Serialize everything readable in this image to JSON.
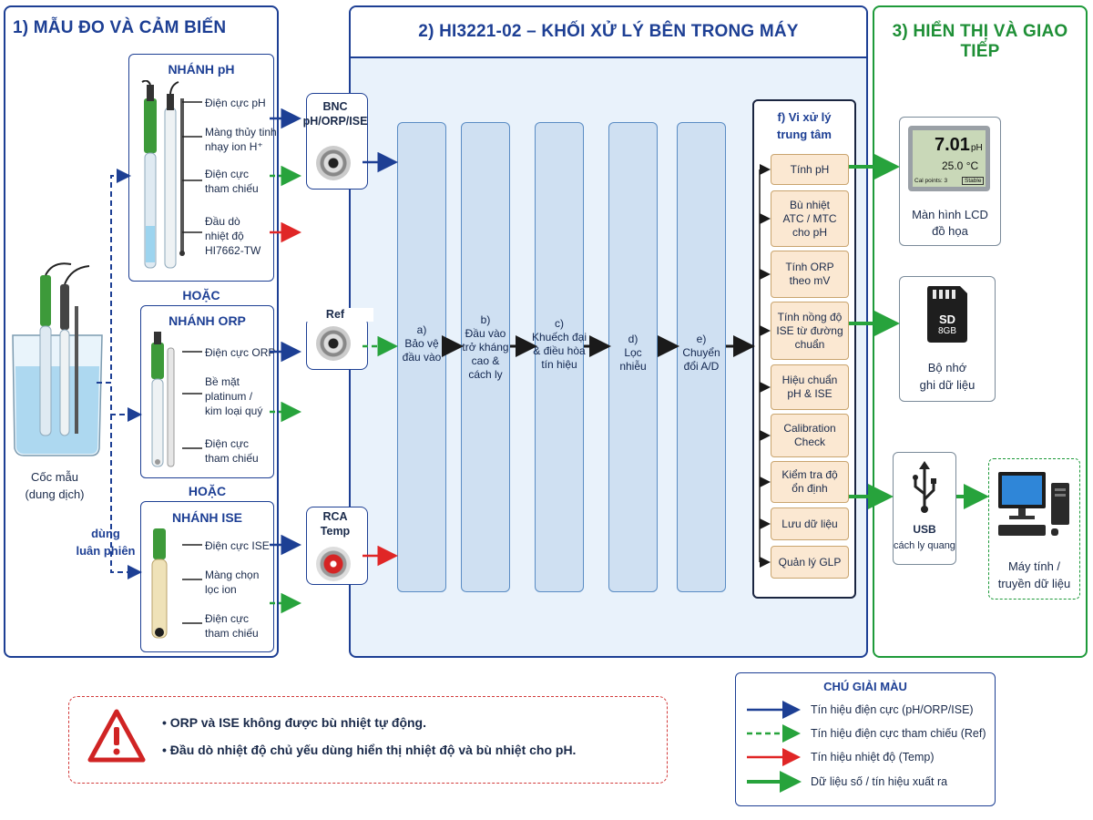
{
  "panel1": {
    "title": "1) MẪU ĐO VÀ CẢM BIẾN",
    "beaker_label_1": "Cốc mẫu",
    "beaker_label_2": "(dung dịch)",
    "alt_label_1": "dùng",
    "alt_label_2": "luân phiên",
    "or_1": "HOẶC",
    "or_2": "HOẶC",
    "ph_branch": {
      "title": "NHÁNH pH",
      "items": [
        "Điện cực pH",
        "Màng thủy tinh",
        "nhạy ion H⁺",
        "Điện cực",
        "tham chiếu",
        "Đầu dò",
        "nhiệt độ",
        "HI7662-TW"
      ]
    },
    "orp_branch": {
      "title": "NHÁNH ORP",
      "items": [
        "Điện cực ORP",
        "Bề mặt",
        "platinum /",
        "kim loại quý",
        "Điện cực",
        "tham chiếu"
      ]
    },
    "ise_branch": {
      "title": "NHÁNH ISE",
      "items": [
        "Điện cực ISE",
        "Màng chọn",
        "lọc ion",
        "Điện cực",
        "tham chiếu"
      ]
    }
  },
  "connectors": {
    "bnc_1": "BNC",
    "bnc_2": "pH/ORP/ISE",
    "ref": "Ref",
    "rca_1": "RCA",
    "rca_2": "Temp"
  },
  "panel2": {
    "title": "2) HI3221-02 – KHỐI XỬ LÝ BÊN TRONG MÁY",
    "blocks": [
      {
        "lines": [
          "a)",
          "Bảo vệ",
          "đầu vào"
        ]
      },
      {
        "lines": [
          "b)",
          "Đầu vào",
          "trở kháng",
          "cao &",
          "cách ly"
        ]
      },
      {
        "lines": [
          "c)",
          "Khuếch đại",
          "& điều hòa",
          "tín hiệu"
        ]
      },
      {
        "lines": [
          "d)",
          "Lọc",
          "nhiễu"
        ]
      },
      {
        "lines": [
          "e)",
          "Chuyển",
          "đổi A/D"
        ]
      }
    ],
    "cpu_title_1": "f) Vi xử lý",
    "cpu_title_2": "trung tâm",
    "functions": [
      [
        "Tính pH"
      ],
      [
        "Bù nhiệt",
        "ATC / MTC",
        "cho pH"
      ],
      [
        "Tính ORP",
        "theo mV"
      ],
      [
        "Tính nồng độ",
        "ISE từ đường",
        "chuẩn"
      ],
      [
        "Hiệu chuẩn",
        "pH & ISE"
      ],
      [
        "Calibration",
        "Check"
      ],
      [
        "Kiểm tra độ",
        "ổn định"
      ],
      [
        "Lưu dữ liệu"
      ],
      [
        "Quản lý GLP"
      ]
    ]
  },
  "panel3": {
    "title": "3) HIỂN THỊ VÀ GIAO TIẾP",
    "lcd": {
      "value": "7.01",
      "unit": "pH",
      "temp": "25.0 °C",
      "cal": "Cal points: 3",
      "status": "Stable",
      "label_1": "Màn hình LCD",
      "label_2": "đồ họa"
    },
    "sd": {
      "chip_1": "SD",
      "chip_2": "8GB",
      "label_1": "Bộ nhớ",
      "label_2": "ghi dữ liệu"
    },
    "usb": {
      "label_1": "USB",
      "label_2": "cách ly quang"
    },
    "pc": {
      "label_1": "Máy tính /",
      "label_2": "truyền dữ liệu"
    }
  },
  "warning": {
    "icon": "warning-triangle-icon",
    "bullet_1": "ORP và ISE không được bù nhiệt tự động.",
    "bullet_2": "Đầu dò nhiệt độ chủ yếu dùng hiển thị nhiệt độ và bù nhiệt cho pH."
  },
  "legend": {
    "title": "CHÚ GIẢI MÀU",
    "items": [
      {
        "label": "Tín hiệu điện cực (pH/ORP/ISE)",
        "color": "#1d3f94",
        "style": "solid"
      },
      {
        "label": "Tín hiệu điện cực tham chiếu (Ref)",
        "color": "#27a33c",
        "style": "dashed"
      },
      {
        "label": "Tín hiệu nhiệt độ (Temp)",
        "color": "#e02626",
        "style": "solid"
      },
      {
        "label": "Dữ liệu số / tín hiệu xuất ra",
        "color": "#27a33c",
        "style": "thick"
      }
    ]
  },
  "colors": {
    "navy": "#1d3f94",
    "green": "#27a33c",
    "red": "#e02626",
    "block_fill": "#cfe0f2",
    "function_fill": "#fbe8d2"
  }
}
